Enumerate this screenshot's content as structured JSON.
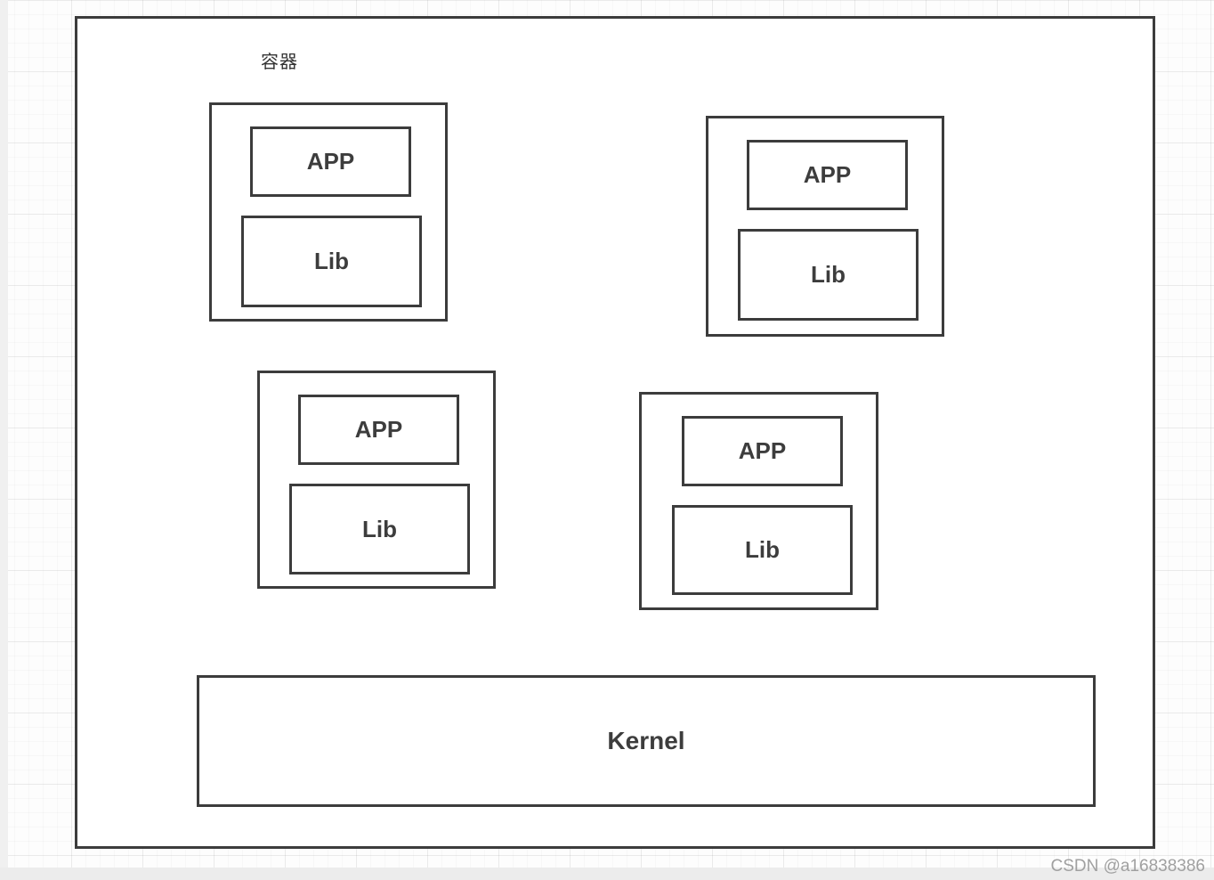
{
  "diagram": {
    "canvas_label": "容器",
    "containers": [
      {
        "name": "container-1",
        "app": "APP",
        "lib": "Lib",
        "selected": false
      },
      {
        "name": "container-2",
        "app": "APP",
        "lib": "Lib",
        "selected": true
      },
      {
        "name": "container-3",
        "app": "APP",
        "lib": "Lib",
        "selected": false
      },
      {
        "name": "container-4",
        "app": "APP",
        "lib": "Lib",
        "selected": false
      }
    ],
    "kernel_label": "Kernel"
  },
  "watermark": "CSDN @a16838386",
  "colors": {
    "shape_border": "#3c3c3c",
    "shape_text": "#3d3d3d",
    "selection_handle": "#b2596e",
    "watermark_text": "#a0a0a0",
    "canvas_background": "#ffffff"
  }
}
